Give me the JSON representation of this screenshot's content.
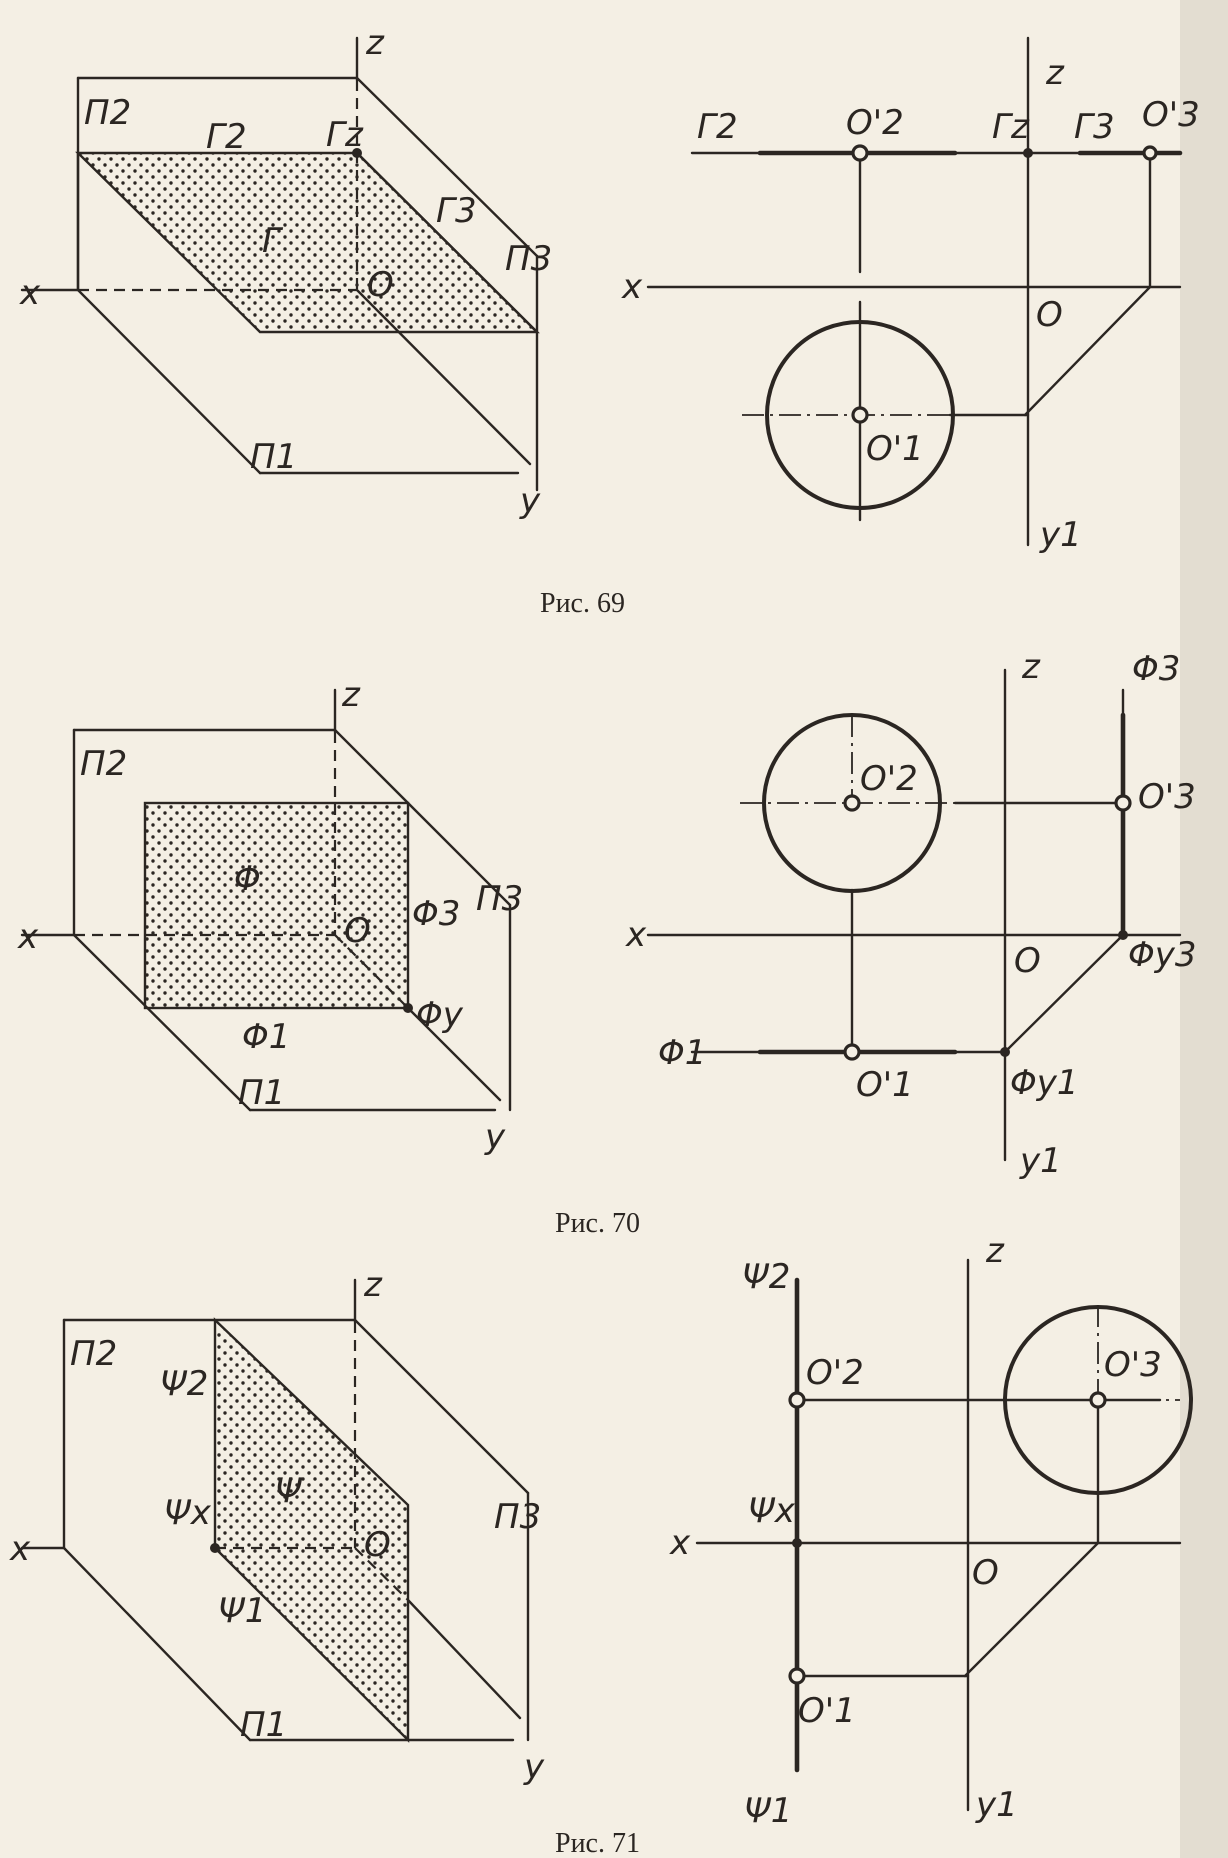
{
  "figures": [
    {
      "caption": "Рис. 69",
      "iso": {
        "z": "z",
        "x": "x",
        "y": "y",
        "p1": "П1",
        "p2": "П2",
        "p3": "П3",
        "o": "O",
        "plane": "Г",
        "gz": "Гz",
        "g2": "Г2",
        "g3": "Г3"
      },
      "ortho": {
        "z": "z",
        "x": "x",
        "y1": "y1",
        "o": "O",
        "g2": "Г2",
        "g3": "Г3",
        "gz": "Гz",
        "o2": "O'2",
        "o1": "O'1",
        "o3": "O'3"
      }
    },
    {
      "caption": "Рис. 70",
      "iso": {
        "z": "z",
        "x": "x",
        "y": "y",
        "p1": "П1",
        "p2": "П2",
        "p3": "П3",
        "o": "O",
        "plane": "Φ",
        "f3": "Φ3",
        "f1": "Φ1",
        "fy": "Φy"
      },
      "ortho": {
        "z": "z",
        "x": "x",
        "y1": "y1",
        "o": "O",
        "f3": "Φ3",
        "o2": "O'2",
        "o3": "O'3",
        "fy3": "Φy3",
        "f1": "Φ1",
        "o1": "O'1",
        "fy1": "Φy1"
      }
    },
    {
      "caption": "Рис. 71",
      "iso": {
        "z": "z",
        "x": "x",
        "y": "y",
        "p1": "П1",
        "p2": "П2",
        "p3": "П3",
        "o": "O",
        "plane": "Ψ",
        "psi2": "Ψ2",
        "psix": "Ψx",
        "psi1": "Ψ1"
      },
      "ortho": {
        "z": "z",
        "x": "x",
        "y1": "y1",
        "o": "O",
        "psi2": "Ψ2",
        "o2": "O'2",
        "o3": "O'3",
        "psix": "Ψx",
        "o1": "O'1",
        "psi1": "Ψ1"
      }
    }
  ],
  "colors": {
    "ink": "#2b2622",
    "paper": "#f4efe4"
  }
}
